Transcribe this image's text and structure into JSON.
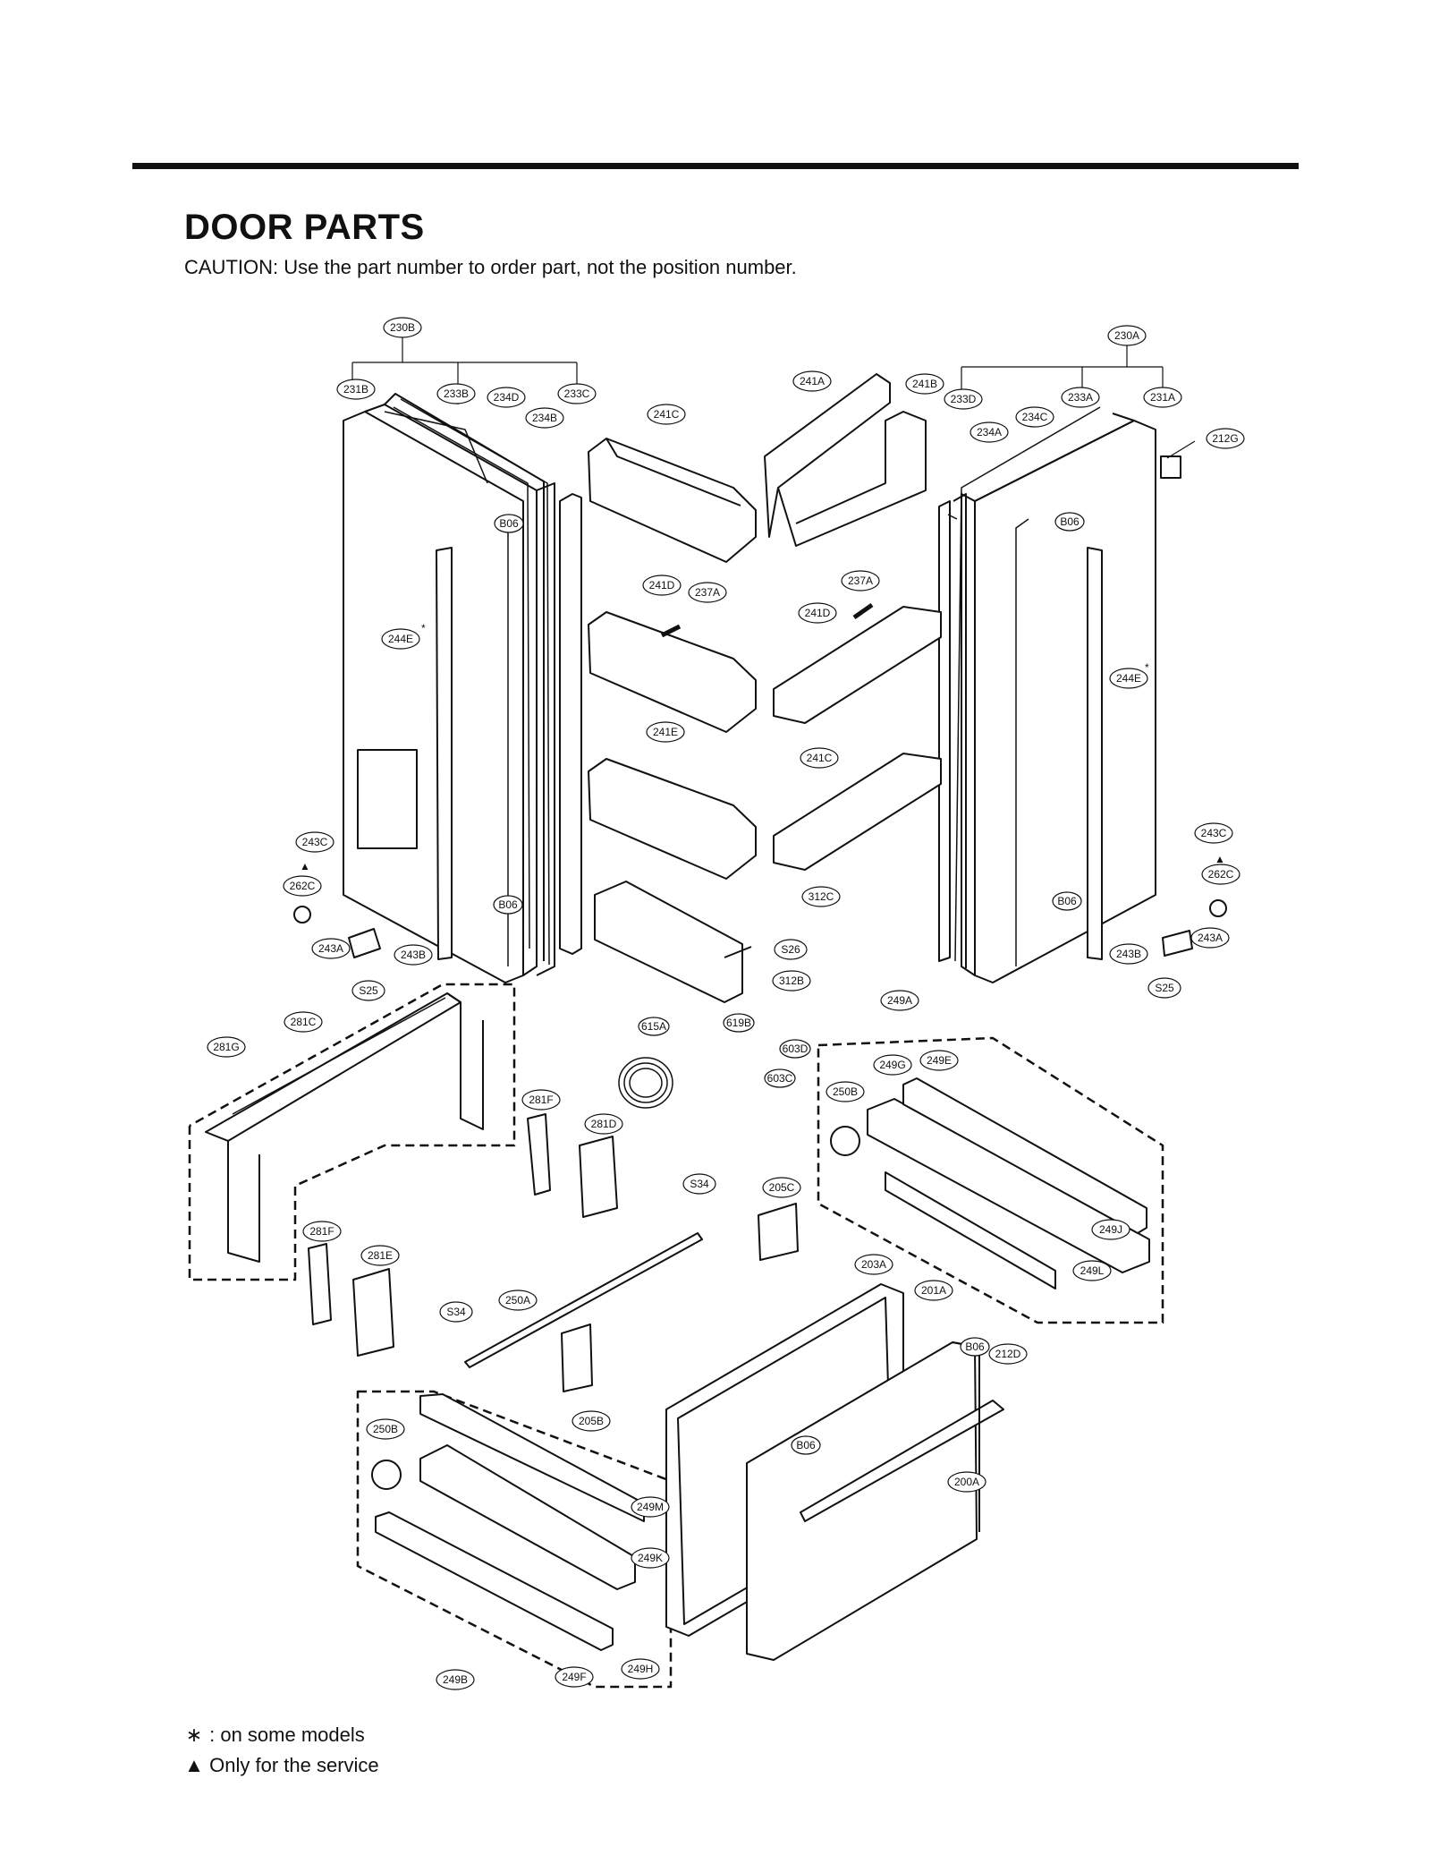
{
  "header": {
    "title": "DOOR PARTS",
    "caution": "CAUTION: Use the part number to order part, not the position number."
  },
  "legend": [
    {
      "symbol": "∗",
      "text": ": on some models"
    },
    {
      "symbol": "▲",
      "text": "Only for the service"
    }
  ],
  "callouts": {
    "p230B": "230B",
    "p230A": "230A",
    "p231B": "231B",
    "p233B": "233B",
    "p234D": "234D",
    "p233C": "233C",
    "p234B": "234B",
    "p241A": "241A",
    "p241B": "241B",
    "p241C": "241C",
    "p233D": "233D",
    "p233A": "233A",
    "p231A": "231A",
    "p234A": "234A",
    "p234C": "234C",
    "p212G": "212G",
    "pB06a": "B06",
    "pB06b": "B06",
    "pB06c": "B06",
    "pB06d": "B06",
    "pB06e": "B06",
    "pB06f": "B06",
    "p241Da": "241D",
    "p237Aa": "237A",
    "p237Ab": "237A",
    "p241Db": "241D",
    "p244Ea": "244E",
    "p244Eb": "244E",
    "p241E": "241E",
    "p241Cb": "241C",
    "p243Ca": "243C",
    "p243Cb": "243C",
    "p262Ca": "262C",
    "p262Cb": "262C",
    "p312C": "312C",
    "p243Aa": "243A",
    "p243Ba": "243B",
    "p243Ab": "243A",
    "p243Bb": "243B",
    "pS26": "S26",
    "pS25a": "S25",
    "pS25b": "S25",
    "p312B": "312B",
    "p249A": "249A",
    "p281C": "281C",
    "p281G": "281G",
    "p615A": "615A",
    "p619B": "619B",
    "p603D": "603D",
    "p603C": "603C",
    "p249G": "249G",
    "p249E": "249E",
    "p250Ba": "250B",
    "p281Fa": "281F",
    "p281Da": "281D",
    "pS34a": "S34",
    "p205C": "205C",
    "p249J": "249J",
    "p281Fb": "281F",
    "p281Eb": "281E",
    "p203A": "203A",
    "p249L": "249L",
    "p201A": "201A",
    "p250A": "250A",
    "pS34b": "S34",
    "p212D": "212D",
    "p205B": "205B",
    "p250Bb": "250B",
    "p200A": "200A",
    "p249M": "249M",
    "p249K": "249K",
    "p249B": "249B",
    "p249F": "249F",
    "p249H": "249H"
  }
}
